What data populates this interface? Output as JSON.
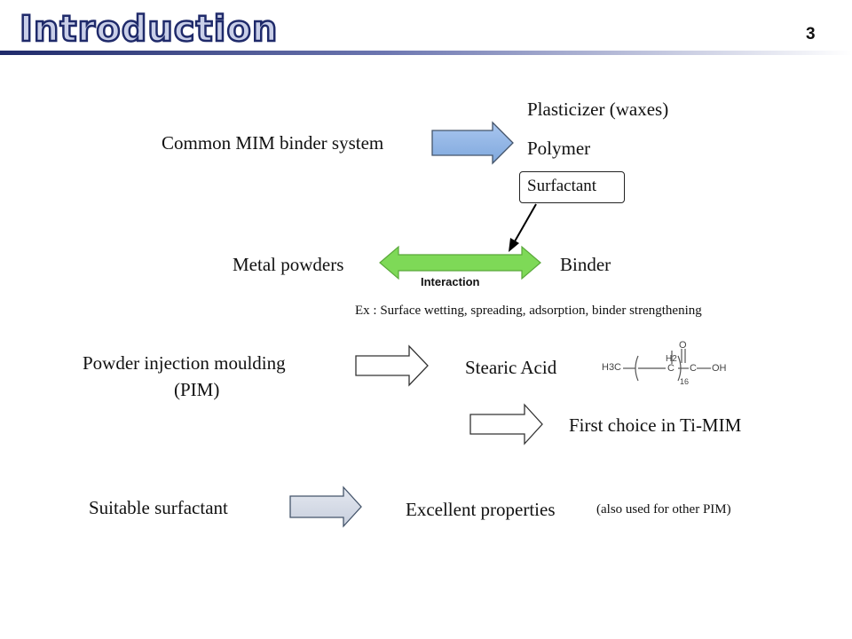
{
  "slide": {
    "title": "Introduction",
    "page_number": "3",
    "accent_color": "#1f2a6a",
    "title_fill_color": "#c9cfe8"
  },
  "binder_system": {
    "label": "Common MIM binder system",
    "components": [
      "Plasticizer (waxes)",
      "Polymer",
      "Surfactant"
    ],
    "arrow_color": "#8db4e2"
  },
  "interaction": {
    "left_label": "Metal powders",
    "right_label": "Binder",
    "arrow_label": "Interaction",
    "arrow_color": "#7ed957",
    "example": "Ex : Surface wetting, spreading, adsorption, binder strengthening"
  },
  "pim": {
    "label_line1": "Powder injection moulding",
    "label_line2": "(PIM)",
    "result": "Stearic Acid",
    "formula": {
      "left": "H3C",
      "h2": "H2",
      "c": "C",
      "subscript": "16",
      "right_c": "C",
      "o": "O",
      "oh": "OH"
    },
    "note": "First choice in Ti-MIM"
  },
  "surfactant": {
    "label": "Suitable surfactant",
    "result": "Excellent properties",
    "note": "(also used for other PIM)",
    "arrow_color": "#d6dce8"
  }
}
